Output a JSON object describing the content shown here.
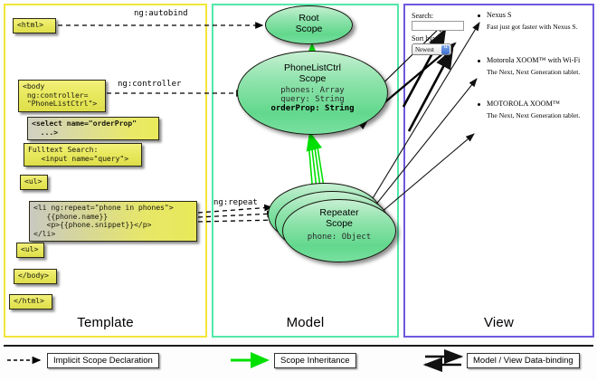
{
  "panels": [
    {
      "id": "template",
      "label": "Template",
      "border_color": "#f2e63a"
    },
    {
      "id": "model",
      "label": "Model",
      "border_color": "#52e8a8"
    },
    {
      "id": "view",
      "label": "View",
      "border_color": "#6f58dd"
    }
  ],
  "template": {
    "boxes": [
      {
        "name": "html-open",
        "text": "<html>"
      },
      {
        "name": "body-open",
        "text": "<body\n ng:controller=\n \"PhoneListCtrl\">"
      },
      {
        "name": "select-tag",
        "text": "<select name=\"orderProp\"\n  ...>"
      },
      {
        "name": "fulltext",
        "text": "Fulltext Search:\n   <input name=\"query\">"
      },
      {
        "name": "ul-open",
        "text": "<ul>"
      },
      {
        "name": "li-repeat",
        "text": "<li ng:repeat=\"phone in phones\">\n   {{phone.name}}\n   <p>{{phone.snippet}}</p>\n</li>"
      },
      {
        "name": "ul-close",
        "text": "<ul>"
      },
      {
        "name": "body-close",
        "text": "</body>"
      },
      {
        "name": "html-close",
        "text": "</html>"
      }
    ]
  },
  "connectors": {
    "autobind": "ng:autobind",
    "controller": "ng:controller",
    "repeat": "ng:repeat"
  },
  "model": {
    "root_scope": {
      "title_line1": "Root",
      "title_line2": "Scope"
    },
    "phonelist_scope": {
      "title_line1": "PhoneListCtrl",
      "title_line2": "Scope",
      "props": [
        "phones: Array",
        "query: String",
        "orderProp: String"
      ],
      "bold_prop": "orderProp: String"
    },
    "repeater_scope": {
      "title_line1": "Repeater",
      "title_line2": "Scope",
      "props": [
        "phone: Object"
      ]
    }
  },
  "view": {
    "search_label": "Search:",
    "search_value": "",
    "sort_label": "Sort by:",
    "sort_selected": "Newest",
    "phones": [
      {
        "name": "Nexus S",
        "snippet": "Fast just got faster with Nexus S."
      },
      {
        "name": "Motorola XOOM™ with Wi-Fi",
        "snippet": "The Next, Next Generation tablet."
      },
      {
        "name": "MOTOROLA XOOM™",
        "snippet": "The Next, Next Generation tablet."
      }
    ]
  },
  "legend": [
    {
      "name": "implicit-scope-declaration",
      "label": "Implicit Scope Declaration",
      "line_style": "dashed",
      "color": "#000000"
    },
    {
      "name": "scope-inheritance",
      "label": "Scope Inheritance",
      "line_style": "solid",
      "color": "#00e000"
    },
    {
      "name": "model-view-databinding",
      "label": "Model / View Data-binding",
      "line_style": "double",
      "color": "#000000"
    }
  ]
}
